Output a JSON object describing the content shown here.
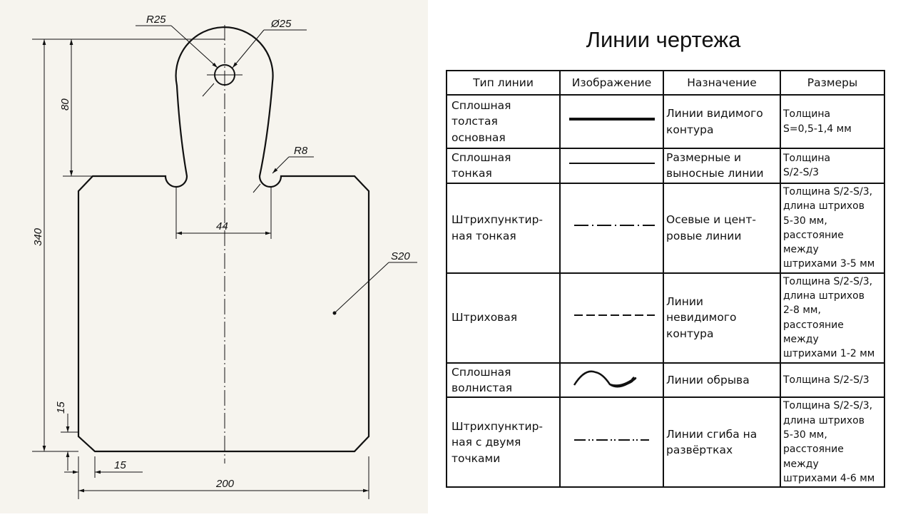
{
  "title": "Линии чертежа",
  "drawing": {
    "labels": {
      "r25": "R25",
      "d25": "Ø25",
      "r8": "R8",
      "s20": "S20",
      "h80": "80",
      "h340": "340",
      "w44": "44",
      "w200": "200",
      "c15v": "15",
      "c15h": "15"
    }
  },
  "table": {
    "headers": [
      "Тип линии",
      "Изображение",
      "Назначение",
      "Размеры"
    ],
    "rows": [
      {
        "type": "Сплошная\nтолстая\nосновная",
        "sample": "solid-thick",
        "purpose": "Линии видимого\nконтура",
        "size": "Толщина\nS=0,5-1,4 мм"
      },
      {
        "type": "Сплошная\nтонкая",
        "sample": "solid-thin",
        "purpose": "Размерные и\nвыносные линии",
        "size": "Толщина\nS/2-S/3"
      },
      {
        "type": "Штрихпунктир-\nная тонкая",
        "sample": "dash-dot",
        "purpose": "Осевые и цент-\nровые линии",
        "size": "Толщина S/2-S/3,\n длина штрихов\n5-30 мм,\nрасстояние между\nштрихами 3-5 мм"
      },
      {
        "type": "Штриховая",
        "sample": "dashed",
        "purpose": "Линии\nневидимого\nконтура",
        "size": "Толщина S/2-S/3,\n длина штрихов\n2-8 мм,\nрасстояние между\nштрихами 1-2 мм"
      },
      {
        "type": "Сплошная\nволнистая",
        "sample": "wavy",
        "purpose": "Линии обрыва",
        "size": "Толщина S/2-S/3"
      },
      {
        "type": "Штрихпунктир-\nная с двумя\nточками",
        "sample": "dash-dot-dot",
        "purpose": "Линии сгиба на\nразвёртках",
        "size": "Толщина S/2-S/3,\n длина штрихов\n5-30 мм,\nрасстояние между\nштрихами 4-6 мм"
      }
    ]
  }
}
